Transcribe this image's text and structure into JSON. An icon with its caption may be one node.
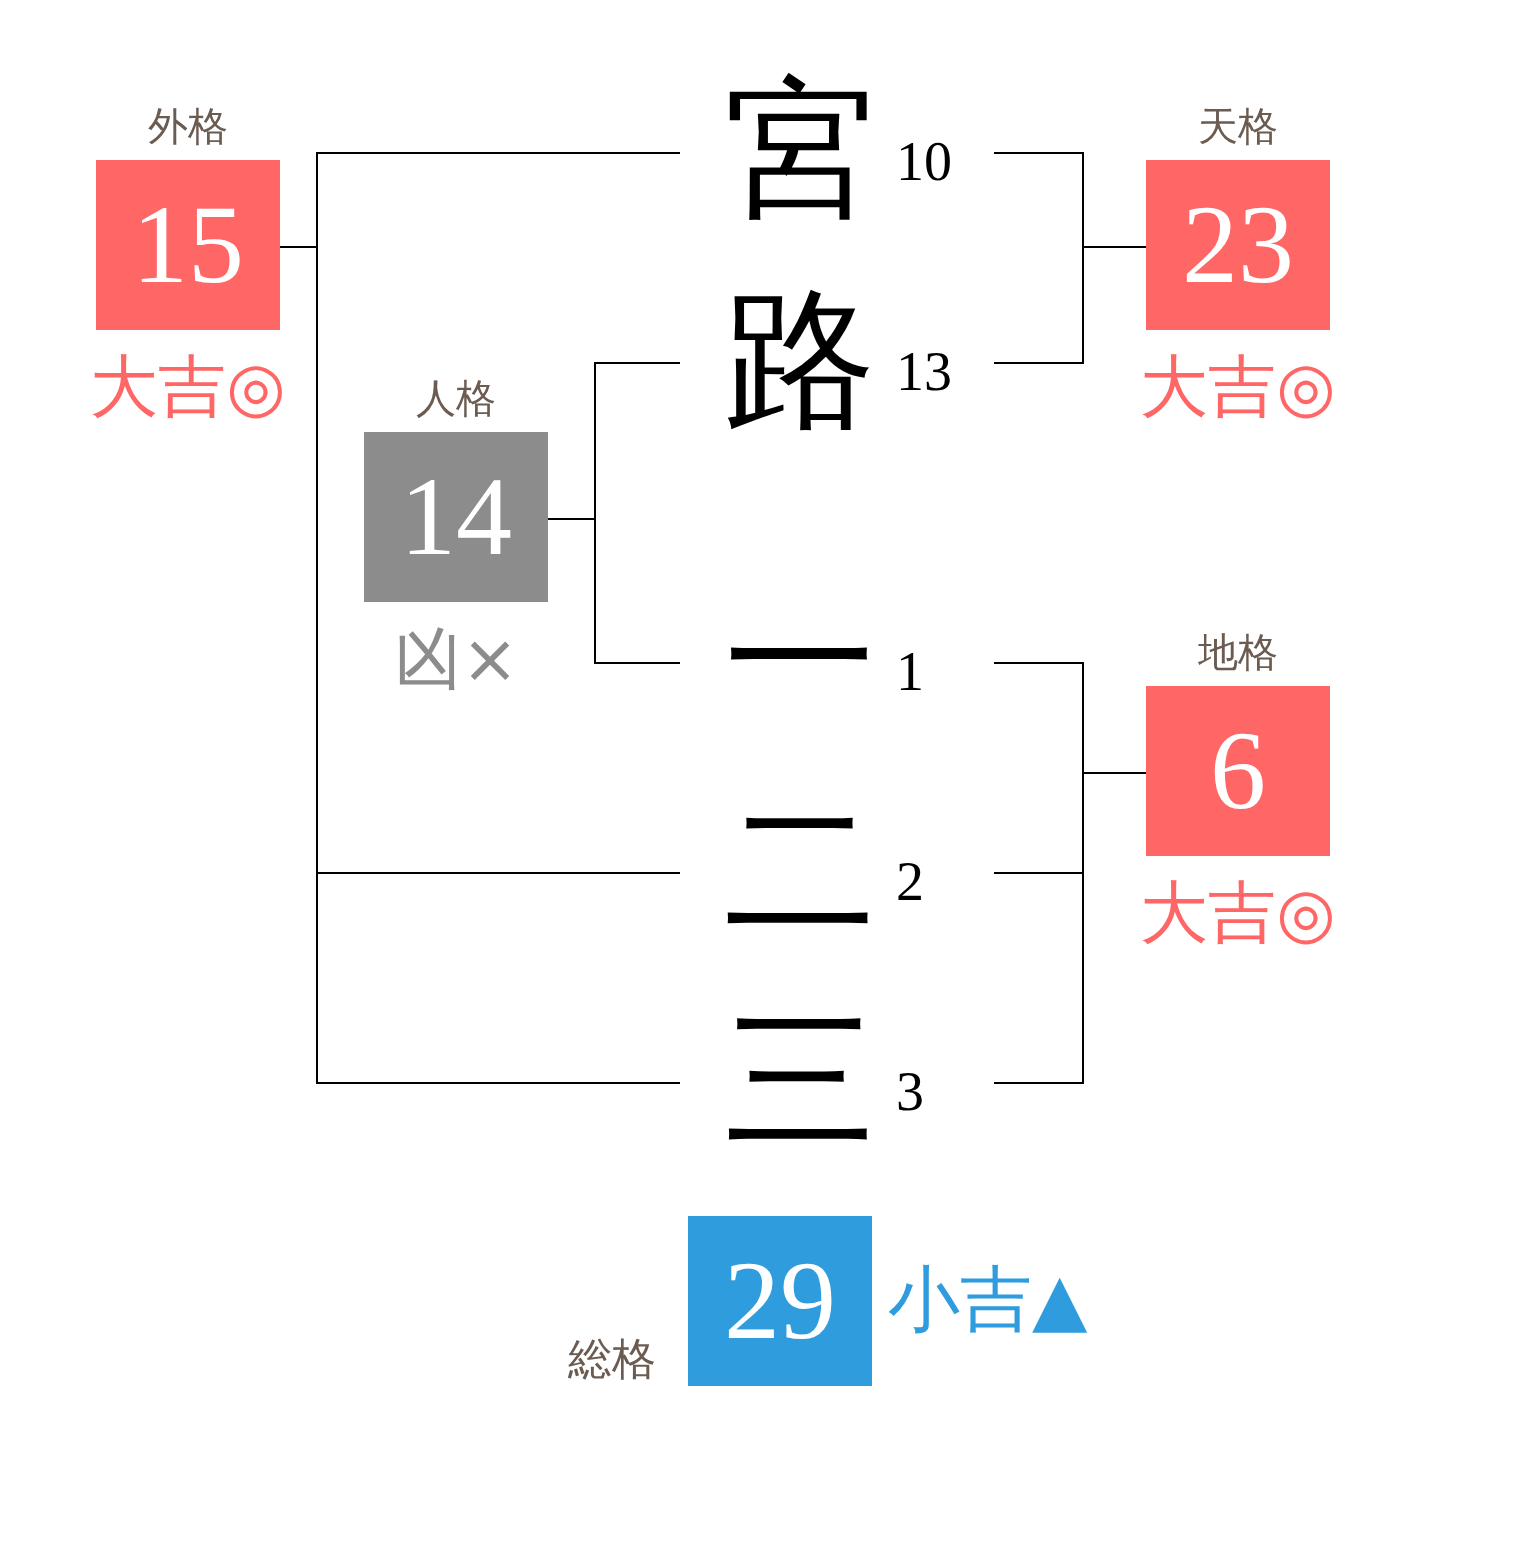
{
  "diagram": {
    "nodes": [
      {
        "text": [
          "外格",
          "15"
        ],
        "beside": [
          "大吉◎"
        ]
      },
      {
        "text": [
          "宮"
        ],
        "beside": [
          "10"
        ]
      },
      {
        "text": [
          "天格",
          "23"
        ],
        "beside": [
          "大吉◎"
        ]
      },
      {
        "text": [
          "路"
        ],
        "beside": [
          "13"
        ]
      },
      {
        "text": [
          "人格",
          "14"
        ],
        "beside": [
          "凶×"
        ]
      },
      {
        "text": [
          "一"
        ],
        "beside": [
          "1"
        ]
      },
      {
        "text": [
          "地格",
          "6"
        ],
        "beside": [
          "大吉◎"
        ]
      },
      {
        "text": [
          "二"
        ],
        "beside": [
          "2"
        ]
      },
      {
        "text": [
          "三"
        ],
        "beside": [
          "3"
        ]
      },
      {
        "text": [
          "総格",
          "29"
        ],
        "beside": [
          "小吉▲"
        ]
      }
    ],
    "edges": [
      {
        "from": 1,
        "to": 0,
        "arrow": "none"
      },
      {
        "from": 7,
        "to": 0,
        "arrow": "none"
      },
      {
        "from": 8,
        "to": 0,
        "arrow": "none"
      },
      {
        "from": 1,
        "to": 2,
        "arrow": "none"
      },
      {
        "from": 3,
        "to": 2,
        "arrow": "none"
      },
      {
        "from": 3,
        "to": 4,
        "arrow": "none"
      },
      {
        "from": 5,
        "to": 4,
        "arrow": "none"
      },
      {
        "from": 5,
        "to": 6,
        "arrow": "none"
      },
      {
        "from": 7,
        "to": 6,
        "arrow": "none"
      },
      {
        "from": 8,
        "to": 6,
        "arrow": "none"
      }
    ]
  }
}
